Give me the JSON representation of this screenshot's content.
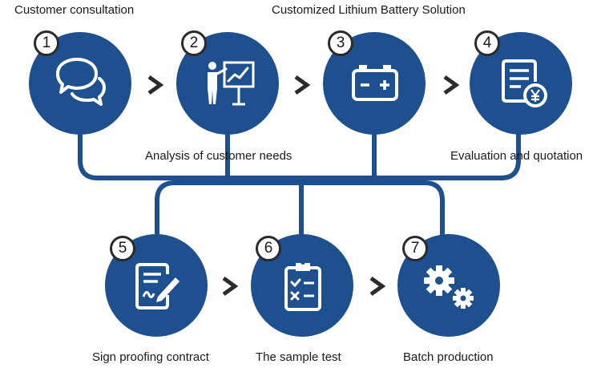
{
  "steps": [
    {
      "number": "1",
      "label": "Customer consultation",
      "icon": "chat-bubbles-icon"
    },
    {
      "number": "2",
      "label": "Analysis of customer needs",
      "icon": "presentation-board-icon"
    },
    {
      "number": "3",
      "label": "Customized Lithium Battery Solution",
      "icon": "battery-icon"
    },
    {
      "number": "4",
      "label": "Evaluation and quotation",
      "icon": "yen-document-icon"
    },
    {
      "number": "5",
      "label": "Sign proofing contract",
      "icon": "signed-contract-icon"
    },
    {
      "number": "6",
      "label": "The sample test",
      "icon": "checklist-clipboard-icon"
    },
    {
      "number": "7",
      "label": "Batch production",
      "icon": "gears-icon"
    }
  ],
  "colors": {
    "circle": "#1e4f8f",
    "connector": "#1e4f8f",
    "arrow": "#2b2b2b",
    "badge_border": "#2b2b2b"
  }
}
